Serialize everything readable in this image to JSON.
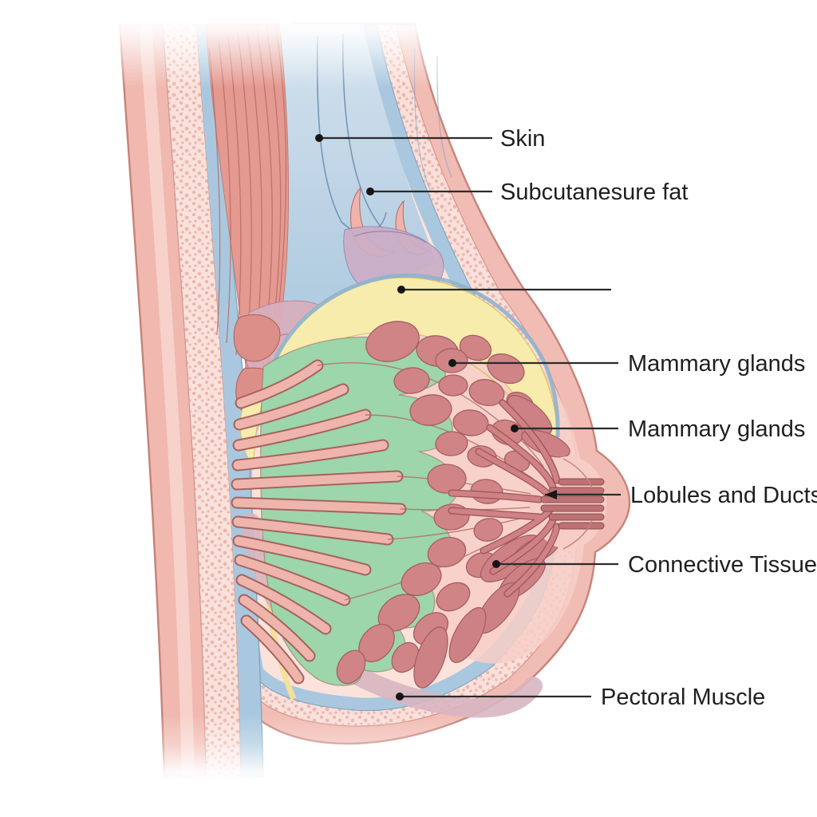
{
  "diagram": {
    "type": "anatomical-illustration",
    "subject": "Female breast sagittal cross-section",
    "background": "#ffffff",
    "annotations": [
      {
        "id": "skin",
        "text": "Skin"
      },
      {
        "id": "subcutaneous-fat",
        "text": "Subcutanesure fat"
      },
      {
        "id": "unlabeled",
        "text": ""
      },
      {
        "id": "mammary-glands-upper",
        "text": "Mammary glands"
      },
      {
        "id": "mammary-glands-lower",
        "text": "Mammary glands"
      },
      {
        "id": "lobules-and-ducts",
        "text": "Lobules and Ducts"
      },
      {
        "id": "connective-tissue",
        "text": "Connective Tissue"
      },
      {
        "id": "pectoral-muscle",
        "text": "Pectoral Muscle"
      }
    ],
    "palette": {
      "skin": "#F1BCB3",
      "skin_edge": "#C8837B",
      "subcutaneous_fat": "#F9E0DA",
      "fat_speckle": "#E7A89F",
      "fascia_blue": "#A9C8DF",
      "muscle": "#E59A91",
      "muscle_striation": "#B5695F",
      "fat_yellow": "#F8ECAC",
      "lobule_green": "#9CD6AA",
      "gland_pink": "#D08486",
      "duct_rose": "#BC7173",
      "interior": "#FBE3DB",
      "mauve": "#D8B5C1",
      "lavender": "#CBAEC6",
      "label_text": "#1F1F1F",
      "leader_line": "#2B2B2B"
    }
  }
}
